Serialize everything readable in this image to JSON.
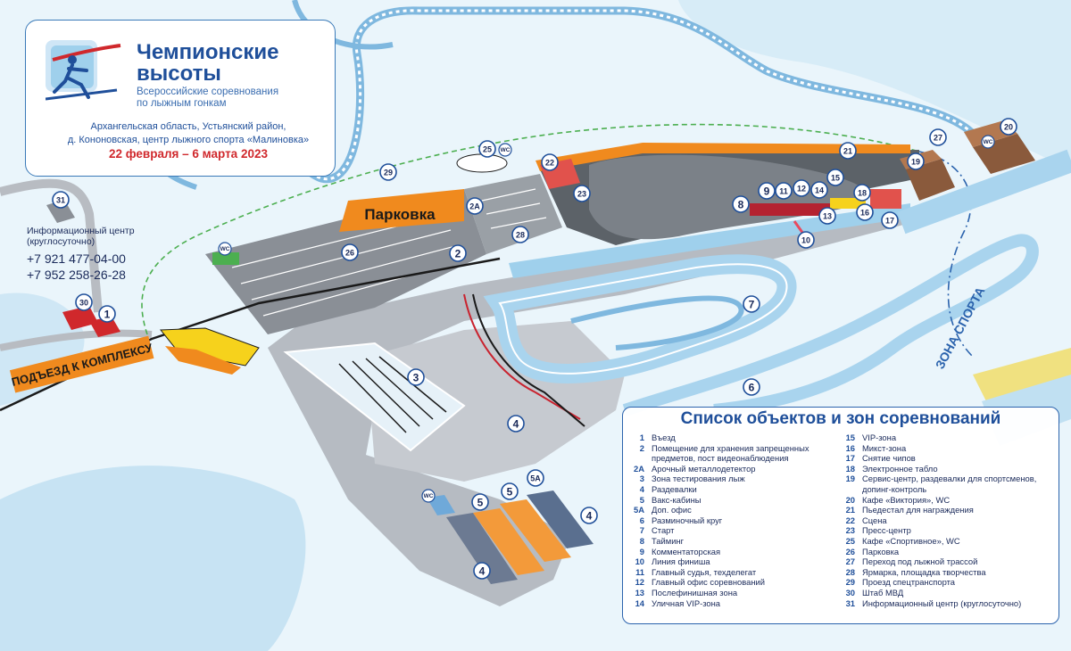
{
  "header": {
    "title_line1": "Чемпионские",
    "title_line2": "высоты",
    "subtitle_line1": "Всероссийские соревнования",
    "subtitle_line2": "по лыжным гонкам",
    "address_line1": "Архангельская область, Устьянский район,",
    "address_line2": "д. Кононовская, центр лыжного спорта «Малиновка»",
    "dates": "22 февраля – 6 марта 2023"
  },
  "info_center": {
    "title_line1": "Информационный центр",
    "title_line2": "(круглосуточно)",
    "phone1": "+7 921 477-04-00",
    "phone2": "+7 952 258-26-28"
  },
  "map_labels": {
    "parking": "Парковка",
    "entrance": "ПОДЪЕЗД К КОМПЛЕКСУ",
    "sport_zone": "ЗОНА СПОРТА",
    "wc": "WC"
  },
  "markers": [
    "1",
    "2",
    "2А",
    "3",
    "4",
    "4",
    "4",
    "5",
    "5",
    "5А",
    "6",
    "7",
    "8",
    "9",
    "10",
    "11",
    "12",
    "13",
    "14",
    "15",
    "16",
    "17",
    "18",
    "19",
    "20",
    "21",
    "22",
    "23",
    "25",
    "26",
    "27",
    "28",
    "29",
    "30",
    "31"
  ],
  "legend": {
    "title": "Список объектов и зон соревнований",
    "col1": [
      {
        "k": "1",
        "v": "Въезд"
      },
      {
        "k": "2",
        "v": "Помещение для хранения запрещенных предметов, пост видеонаблюдения"
      },
      {
        "k": "2А",
        "v": "Арочный металлодетектор"
      },
      {
        "k": "3",
        "v": "Зона тестирования лыж"
      },
      {
        "k": "4",
        "v": "Раздевалки"
      },
      {
        "k": "5",
        "v": "Вакс-кабины"
      },
      {
        "k": "5А",
        "v": "Доп. офис"
      },
      {
        "k": "6",
        "v": "Разминочный круг"
      },
      {
        "k": "7",
        "v": "Старт"
      },
      {
        "k": "8",
        "v": "Тайминг"
      },
      {
        "k": "9",
        "v": "Комментаторская"
      },
      {
        "k": "10",
        "v": "Линия финиша"
      },
      {
        "k": "11",
        "v": "Главный судья, техделегат"
      },
      {
        "k": "12",
        "v": "Главный офис соревнований"
      },
      {
        "k": "13",
        "v": "Послефинишная зона"
      },
      {
        "k": "14",
        "v": "Уличная VIP-зона"
      }
    ],
    "col2": [
      {
        "k": "15",
        "v": "VIP-зона"
      },
      {
        "k": "16",
        "v": "Микст-зона"
      },
      {
        "k": "17",
        "v": "Снятие чипов"
      },
      {
        "k": "18",
        "v": "Электронное табло"
      },
      {
        "k": "19",
        "v": "Сервис-центр, раздевалки для спортсменов, допинг-контроль"
      },
      {
        "k": "20",
        "v": "Кафе «Виктория», WC"
      },
      {
        "k": "21",
        "v": "Пьедестал для награждения"
      },
      {
        "k": "22",
        "v": "Сцена"
      },
      {
        "k": "23",
        "v": "Пресс-центр"
      },
      {
        "k": "25",
        "v": "Кафе «Спортивное», WC"
      },
      {
        "k": "26",
        "v": "Парковка"
      },
      {
        "k": "27",
        "v": "Переход под лыжной трассой"
      },
      {
        "k": "28",
        "v": "Ярмарка, площадка творчества"
      },
      {
        "k": "29",
        "v": "Проезд спецтранспорта"
      },
      {
        "k": "30",
        "v": "Штаб МВД"
      },
      {
        "k": "31",
        "v": "Информационный центр (круглосуточно)"
      }
    ]
  },
  "colors": {
    "brand_blue": "#1f4f9a",
    "date_red": "#d0282c",
    "parking_orange": "#f08a1e",
    "track_blue": "#7fb8df"
  }
}
